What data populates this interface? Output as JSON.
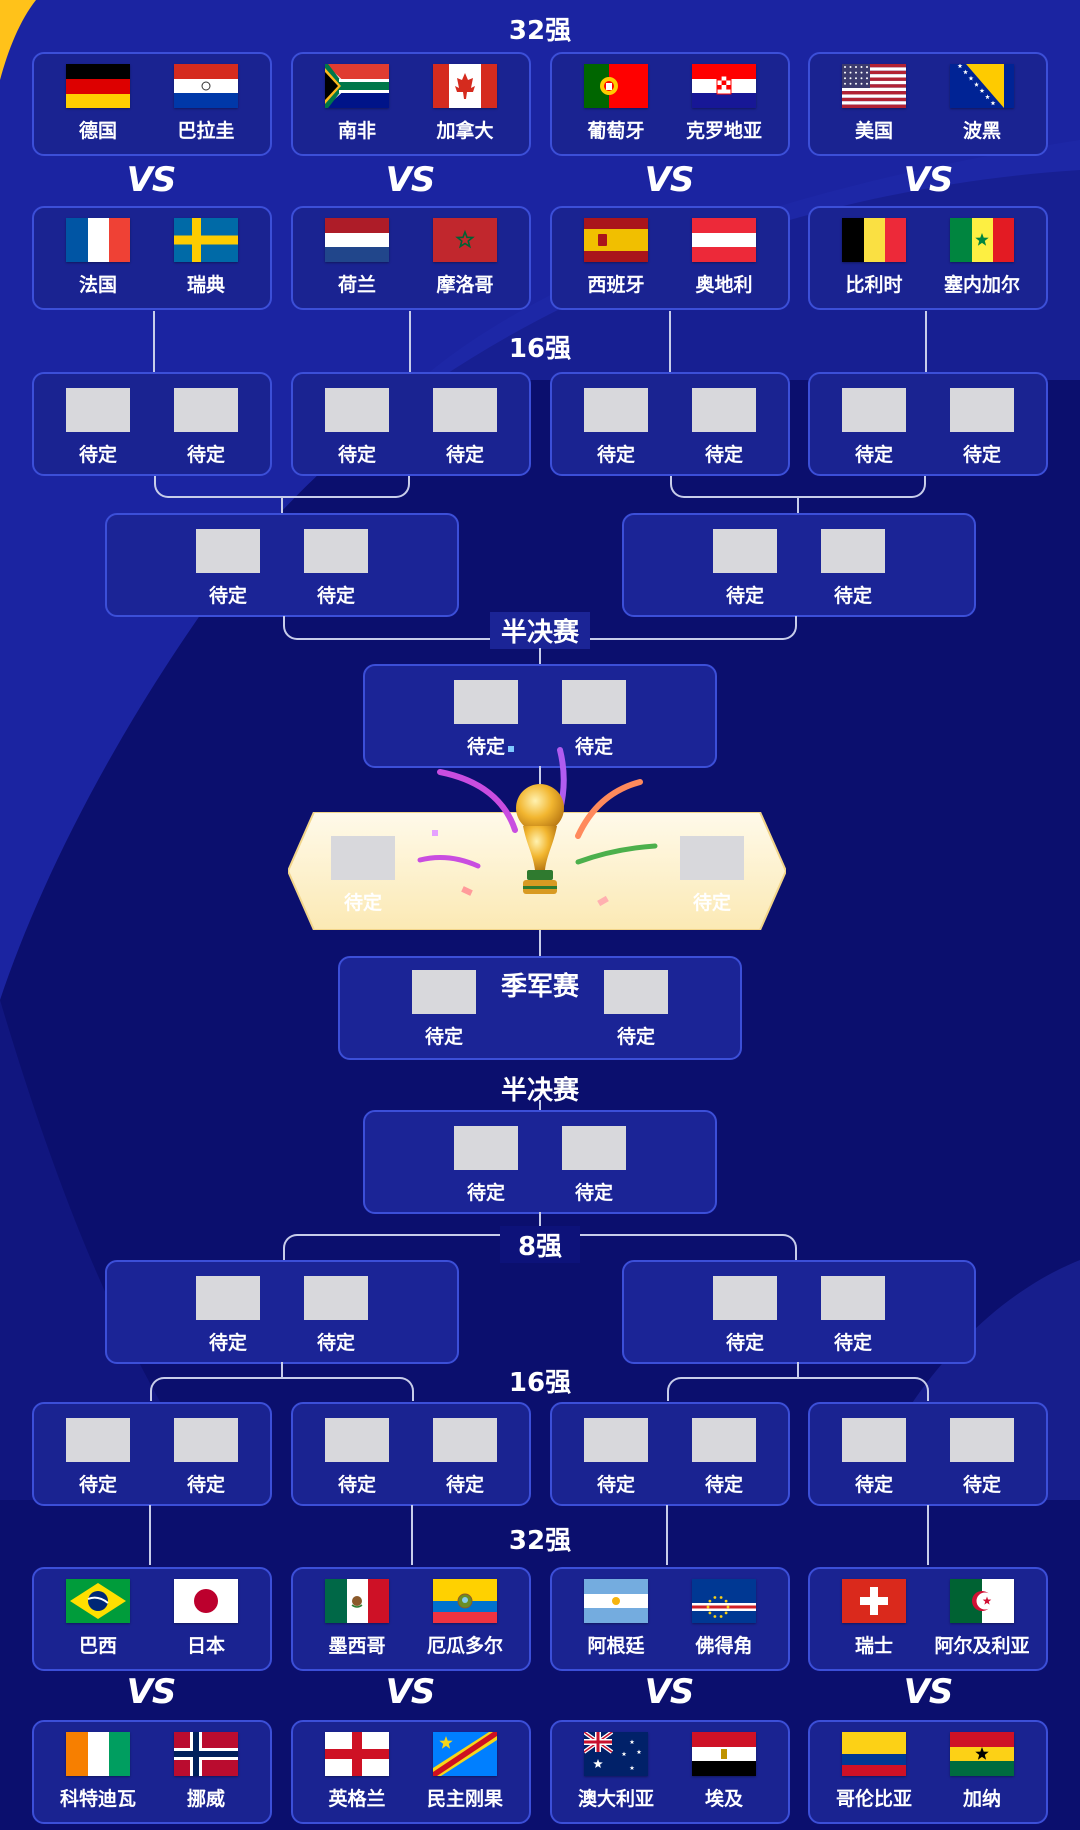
{
  "labels": {
    "top_r32": "32强",
    "top_r16": "16强",
    "top_semi": "半决赛",
    "third_place": "季军赛",
    "bottom_semi": "半决赛",
    "bottom_qf": "8强",
    "bottom_r16": "16强",
    "bottom_r32": "32强",
    "vs": "VS",
    "tbd": "待定"
  },
  "top_row1": [
    [
      {
        "name": "德国",
        "flag": "germany"
      },
      {
        "name": "巴拉圭",
        "flag": "paraguay"
      }
    ],
    [
      {
        "name": "南非",
        "flag": "south-africa"
      },
      {
        "name": "加拿大",
        "flag": "canada"
      }
    ],
    [
      {
        "name": "葡萄牙",
        "flag": "portugal"
      },
      {
        "name": "克罗地亚",
        "flag": "croatia"
      }
    ],
    [
      {
        "name": "美国",
        "flag": "usa"
      },
      {
        "name": "波黑",
        "flag": "bosnia"
      }
    ]
  ],
  "top_row2": [
    [
      {
        "name": "法国",
        "flag": "france"
      },
      {
        "name": "瑞典",
        "flag": "sweden"
      }
    ],
    [
      {
        "name": "荷兰",
        "flag": "netherlands"
      },
      {
        "name": "摩洛哥",
        "flag": "morocco"
      }
    ],
    [
      {
        "name": "西班牙",
        "flag": "spain"
      },
      {
        "name": "奥地利",
        "flag": "austria"
      }
    ],
    [
      {
        "name": "比利时",
        "flag": "belgium"
      },
      {
        "name": "塞内加尔",
        "flag": "senegal"
      }
    ]
  ],
  "bottom_row1": [
    [
      {
        "name": "巴西",
        "flag": "brazil"
      },
      {
        "name": "日本",
        "flag": "japan"
      }
    ],
    [
      {
        "name": "墨西哥",
        "flag": "mexico"
      },
      {
        "name": "厄瓜多尔",
        "flag": "ecuador"
      }
    ],
    [
      {
        "name": "阿根廷",
        "flag": "argentina"
      },
      {
        "name": "佛得角",
        "flag": "cape-verde"
      }
    ],
    [
      {
        "name": "瑞士",
        "flag": "switzerland"
      },
      {
        "name": "阿尔及利亚",
        "flag": "algeria"
      }
    ]
  ],
  "bottom_row2": [
    [
      {
        "name": "科特迪瓦",
        "flag": "ivory-coast"
      },
      {
        "name": "挪威",
        "flag": "norway"
      }
    ],
    [
      {
        "name": "英格兰",
        "flag": "england"
      },
      {
        "name": "民主刚果",
        "flag": "dr-congo"
      }
    ],
    [
      {
        "name": "澳大利亚",
        "flag": "australia"
      },
      {
        "name": "埃及",
        "flag": "egypt"
      }
    ],
    [
      {
        "name": "哥伦比亚",
        "flag": "colombia"
      },
      {
        "name": "加纳",
        "flag": "ghana"
      }
    ]
  ],
  "trophy_icon": "world-cup-trophy-icon",
  "colors": {
    "background": "#0b0f6e",
    "box": "#1a2391",
    "box_border": "#3c4fd8",
    "final_banner": "#fff6dc"
  }
}
